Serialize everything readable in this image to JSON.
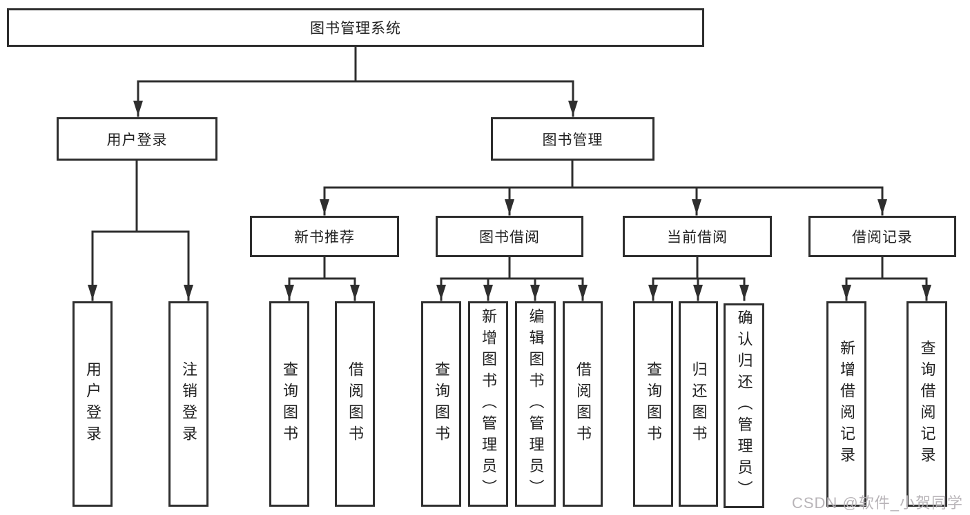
{
  "tree": {
    "label": "图书管理系统",
    "children": [
      {
        "label": "用户登录",
        "children": [
          {
            "label": "用户登录"
          },
          {
            "label": "注销登录"
          }
        ]
      },
      {
        "label": "图书管理",
        "children": [
          {
            "label": "新书推荐",
            "children": [
              {
                "label": "查询图书"
              },
              {
                "label": "借阅图书"
              }
            ]
          },
          {
            "label": "图书借阅",
            "children": [
              {
                "label": "查询图书"
              },
              {
                "label": "新增图书（管理员）"
              },
              {
                "label": "编辑图书（管理员）"
              },
              {
                "label": "借阅图书"
              }
            ]
          },
          {
            "label": "当前借阅",
            "children": [
              {
                "label": "查询图书"
              },
              {
                "label": "归还图书"
              },
              {
                "label": "确认归还（管理员）"
              }
            ]
          },
          {
            "label": "借阅记录",
            "children": [
              {
                "label": "新增借阅记录"
              },
              {
                "label": "查询借阅记录"
              }
            ]
          }
        ]
      }
    ]
  },
  "watermark": "CSDN @软件_小贺同学",
  "colors": {
    "line": "#2e2e2e",
    "text": "#222222",
    "background": "#ffffff",
    "watermark": "#b5b1b5"
  }
}
